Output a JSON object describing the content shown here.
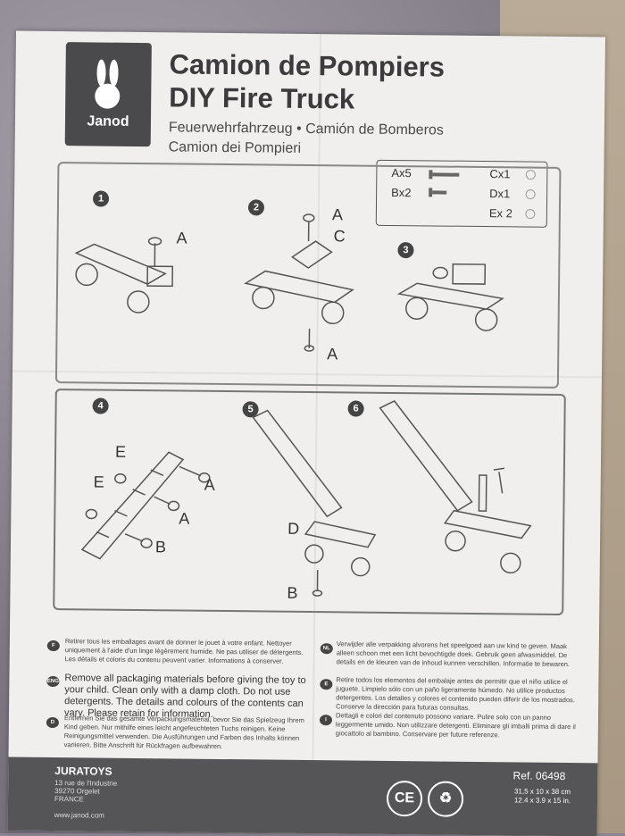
{
  "header": {
    "brand": "Janod",
    "title_fr": "Camion de Pompiers",
    "title_en": "DIY Fire Truck",
    "subtitle_line1": "Feuerwehrfahrzeug • Camión de Bomberos",
    "subtitle_line2": "Camion dei Pompieri"
  },
  "parts": {
    "a": "Ax5",
    "b": "Bx2",
    "c": "Cx1",
    "d": "Dx1",
    "e": "Ex 2"
  },
  "steps": [
    "1",
    "2",
    "3",
    "4",
    "5",
    "6"
  ],
  "labels": {
    "s1_a": "A",
    "s2_a": "A",
    "s2_c": "C",
    "s2_a2": "A",
    "s4_e1": "E",
    "s4_e2": "E",
    "s4_a1": "A",
    "s4_a2": "A",
    "s4_b": "B",
    "s5_d": "D",
    "s5_b": "B"
  },
  "warnings": {
    "fr_flag": "F",
    "fr": "Retirer tous les emballages avant de donner le jouet à votre enfant. Nettoyer uniquement à l'aide d'un linge légèrement humide. Ne pas utiliser de détergents. Les détails et coloris du contenu peuvent varier. Informations à conserver.",
    "en_flag": "ENG",
    "en": "Remove all packaging materials before giving the toy to your child. Clean only with a damp cloth. Do not use detergents. The details and colours of the contents can vary. Please retain for information.",
    "de_flag": "D",
    "de": "Entfernen Sie das gesamte Verpackungsmaterial, bevor Sie das Spielzeug Ihrem Kind geben. Nur mithilfe eines leicht angefeuchteten Tuchs reinigen. Keine Reinigungsmittel verwenden. Die Ausführungen und Farben des Inhalts können variieren. Bitte Anschrift für Rückfragen aufbewahren.",
    "nl_flag": "NL",
    "nl": "Verwijder alle verpakking alvorens het speelgoed aan uw kind te geven. Maak alleen schoon met een licht bevochtigde doek. Gebruik geen afwasmiddel. De details en de kleuren van de inhoud kunnen verschillen. Informatie te bewaren.",
    "es_flag": "E",
    "es": "Retire todos los elementos del embalaje antes de permitir que el niño utilice el juguete. Limpielo sólo con un paño ligeramente húmedo. No utilice productos detergentes. Los detalles y colores el contenido pueden diferir de los mostrados. Conserve la dirección para futuras consultas.",
    "it_flag": "I",
    "it": "Dettagli e colori del contenuto possono variare. Pulire solo con un panno leggermente umido. Non utilizzare detergenti. Eliminare gli imballi prima di dare il giocattolo al bambino. Conservare per future referenze."
  },
  "footer": {
    "company": "JURATOYS",
    "address1": "13 rue de l'Industrie",
    "address2": "39270 Orgelet",
    "address3": "FRANCE",
    "web": "www.janod.com",
    "ce": "CE",
    "ref": "Ref. 06498",
    "dim_cm": "31,5 x 10 x 38 cm",
    "dim_in": "12.4 x 3.9 x 15 in."
  }
}
